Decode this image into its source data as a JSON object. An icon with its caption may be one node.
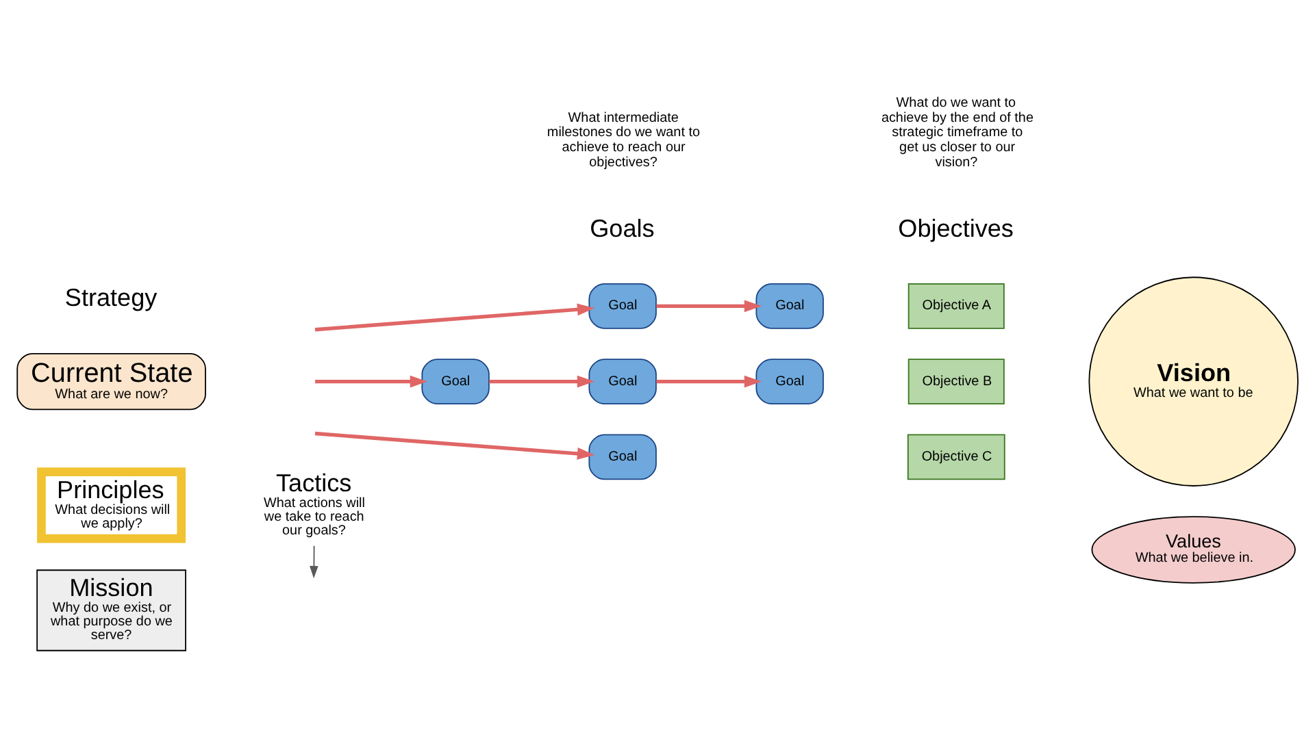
{
  "diagram": {
    "nodes": [
      {
        "text": [
          "Mission",
          "Why do we exist, or what purpose do we serve?"
        ]
      },
      {
        "text": [
          "Values",
          "What we believe in."
        ]
      },
      {
        "text": [
          "Tactics",
          "What actions will we take to reach our goals?"
        ]
      },
      {
        "text": [
          "Principles",
          "What decisions will we apply?"
        ]
      },
      {
        "text": [
          "Current State",
          "What are we now?"
        ]
      },
      {
        "text": [
          "Goal"
        ]
      },
      {
        "text": [
          "Goal"
        ]
      },
      {
        "text": [
          "Objective A"
        ]
      },
      {
        "text": [
          "Goal"
        ]
      },
      {
        "text": [
          "Goal"
        ]
      },
      {
        "text": [
          "Goal"
        ]
      },
      {
        "text": [
          "Objective B"
        ]
      },
      {
        "text": [
          "Vision",
          "What we want to be"
        ]
      },
      {
        "text": [
          "Goal"
        ]
      },
      {
        "text": [
          "Objective C"
        ]
      }
    ],
    "edges": [
      {
        "from": 2,
        "to": null,
        "arrow": "to",
        "color": "#595959"
      },
      {
        "from": null,
        "to": 5,
        "arrow": "to"
      },
      {
        "from": 5,
        "to": 6,
        "arrow": "to"
      },
      {
        "from": null,
        "to": 8,
        "arrow": "to"
      },
      {
        "from": 8,
        "to": 9,
        "arrow": "to"
      },
      {
        "from": 9,
        "to": 10,
        "arrow": "to"
      },
      {
        "from": null,
        "to": 13,
        "arrow": "to"
      }
    ],
    "labels": [
      "Strategy",
      "Goals",
      "What intermediate milestones do we want to achieve to reach our objectives?",
      "Objectives",
      "What do we want to achieve by the end of the strategic timeframe to get us closer to our vision?"
    ]
  }
}
